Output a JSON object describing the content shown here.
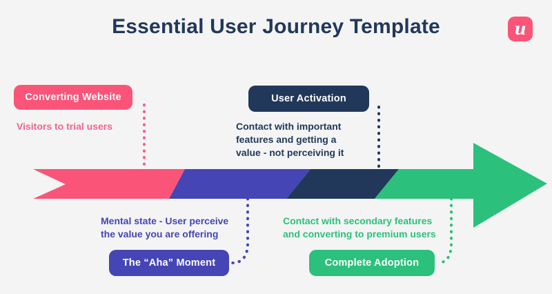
{
  "header": {
    "title": "Essential User Journey Template",
    "logo_glyph": "u",
    "logo_name": "userpilot-logo"
  },
  "colors": {
    "background": "#f4f4f4",
    "pink": "#fa5479",
    "pink_text": "#f4628a",
    "indigo": "#4545b5",
    "navy": "#21385b",
    "green": "#2bc07c",
    "white": "#ffffff"
  },
  "stages": [
    {
      "id": "converting-website",
      "label": "Converting Website",
      "caption": "Visitors to trial users",
      "color": "#fa5479",
      "position": "above"
    },
    {
      "id": "aha-moment",
      "label": "The “Aha” Moment",
      "caption": "Mental state - User perceive\nthe value you are offering",
      "color": "#4545b5",
      "position": "below"
    },
    {
      "id": "user-activation",
      "label": "User Activation",
      "caption": "Contact with important\nfeatures and getting a\nvalue - not perceiving it",
      "color": "#21385b",
      "position": "above"
    },
    {
      "id": "complete-adoption",
      "label": "Complete Adoption",
      "caption": "Contact with secondary features\nand converting to premium users",
      "color": "#2bc07c",
      "position": "below"
    }
  ],
  "arrow": {
    "name": "journey-arrow",
    "direction": "right",
    "segments": [
      {
        "stage": "converting-website",
        "color": "#fa5479"
      },
      {
        "stage": "aha-moment",
        "color": "#4545b5"
      },
      {
        "stage": "user-activation",
        "color": "#21385b"
      },
      {
        "stage": "complete-adoption",
        "color": "#2bc07c"
      }
    ]
  }
}
